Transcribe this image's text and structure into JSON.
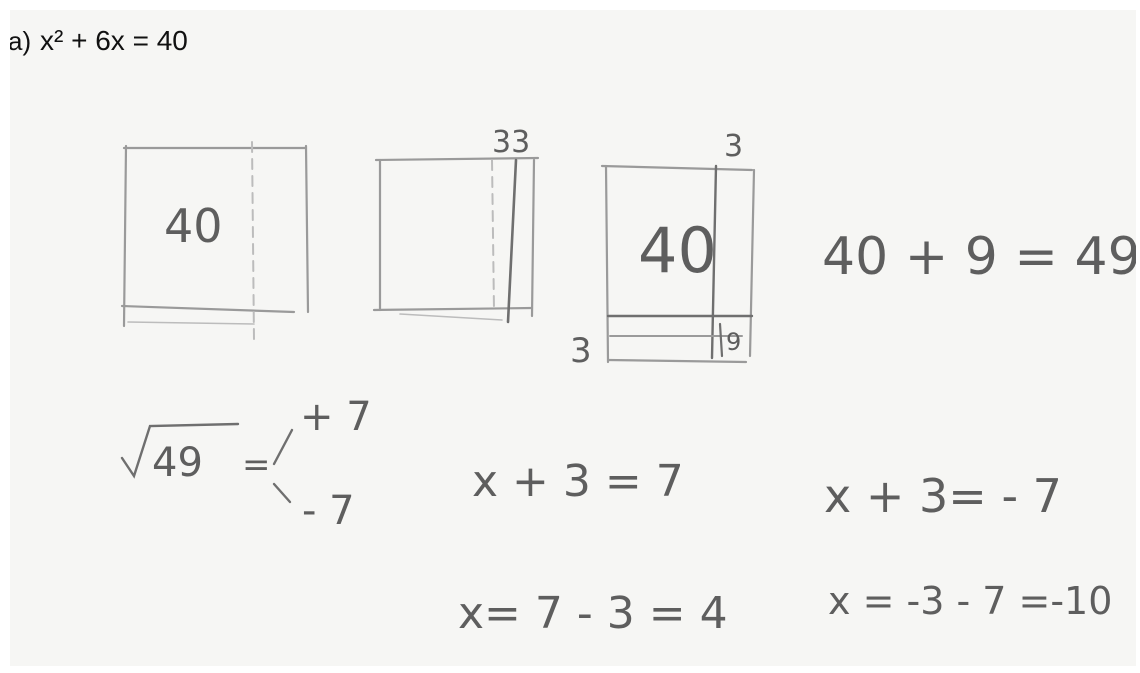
{
  "problem": {
    "label": "a)",
    "equation": "x² + 6x = 40"
  },
  "squares": {
    "first_area": "40",
    "second_side_labels": "33",
    "third_area": "40",
    "third_top_label": "3",
    "third_left_label": "3",
    "third_corner_area": "9"
  },
  "work": {
    "sum_equation": "40 + 9 = 49",
    "root": {
      "radicand": "49",
      "equals": "=",
      "positive": "+ 7",
      "negative": "- 7"
    },
    "positive_case": {
      "equation": "x + 3 = 7",
      "solution": "x= 7 - 3 = 4"
    },
    "negative_case": {
      "equation": "x + 3= - 7",
      "solution": "x = -3 - 7 =-10"
    }
  },
  "colors": {
    "paper": "#f6f6f4",
    "pencil": "#5e5e5e",
    "print": "#111111"
  }
}
